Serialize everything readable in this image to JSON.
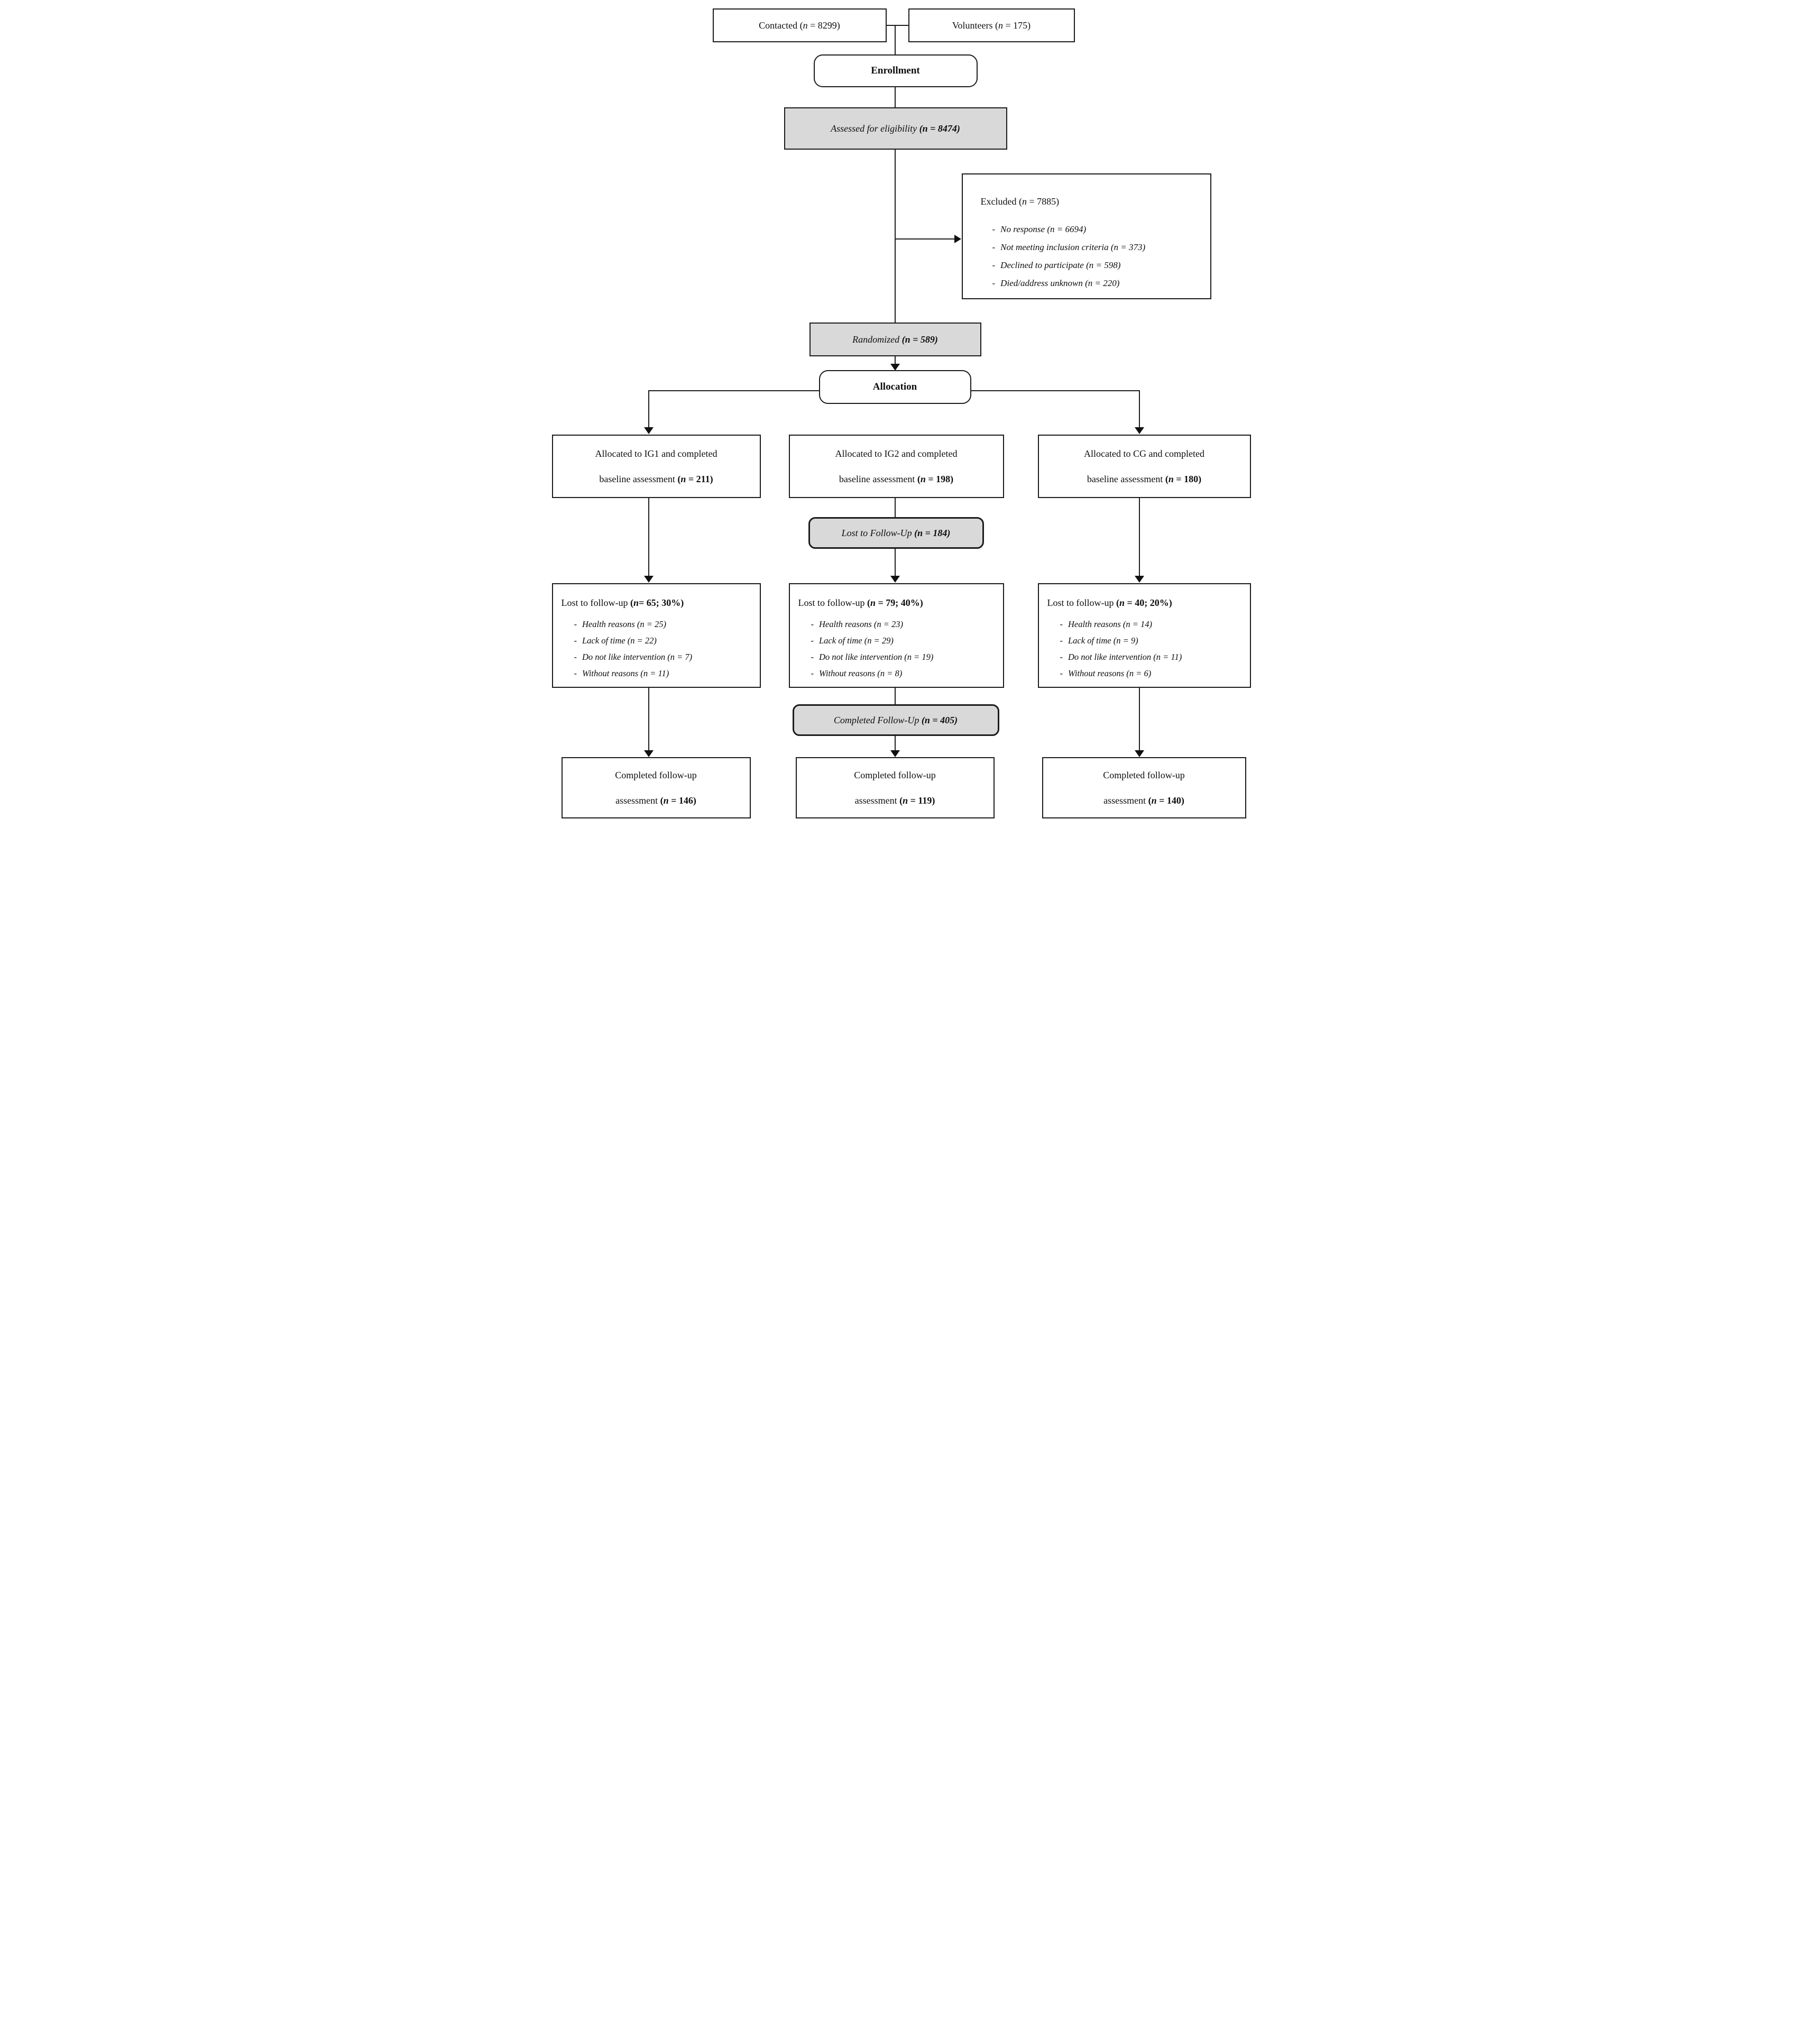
{
  "flow": {
    "contacted": "Contacted (n = 8299)",
    "volunteers": "Volunteers (n = 175)",
    "enrollment": "Enrollment",
    "assessed": {
      "text": "Assessed for eligibility ",
      "stat": "(n = 8474)"
    },
    "excluded": {
      "title": "Excluded ",
      "stat": "(n = 7885)",
      "items": [
        "No response (n = 6694)",
        "Not meeting inclusion criteria (n = 373)",
        "Declined to participate (n = 598)",
        "Died/address unknown (n = 220)"
      ]
    },
    "randomized": {
      "text": "Randomized ",
      "stat": "(n = 589)"
    },
    "allocation": "Allocation",
    "mid_lost": {
      "text": "Lost to Follow-Up ",
      "stat": "(n = 184)"
    },
    "mid_completed": {
      "text": "Completed Follow-Up ",
      "stat": "(n = 405)"
    },
    "columns": [
      {
        "group": "IG1",
        "allocated_line1": "Allocated to IG1 and completed",
        "allocated_line2": "baseline assessment ",
        "allocated_stat": "(n = 211)",
        "lost_title": "Lost to follow-up ",
        "lost_stat": "(n= 65; 30%)",
        "lost_items": [
          "Health reasons (n = 25)",
          "Lack of time (n = 22)",
          "Do not like intervention (n = 7)",
          "Without reasons (n = 11)"
        ],
        "completed_line1": "Completed follow-up",
        "completed_line2": "assessment ",
        "completed_stat": "(n = 146)"
      },
      {
        "group": "IG2",
        "allocated_line1": "Allocated to IG2 and completed",
        "allocated_line2": "baseline assessment ",
        "allocated_stat": "(n = 198)",
        "lost_title": "Lost to follow-up ",
        "lost_stat": "(n = 79; 40%)",
        "lost_items": [
          "Health reasons (n = 23)",
          "Lack of time (n = 29)",
          "Do not like intervention (n = 19)",
          "Without reasons (n = 8)"
        ],
        "completed_line1": "Completed follow-up",
        "completed_line2": "assessment ",
        "completed_stat": "(n = 119)"
      },
      {
        "group": "CG",
        "allocated_line1": "Allocated to CG and completed",
        "allocated_line2": "baseline assessment ",
        "allocated_stat": "(n = 180)",
        "lost_title": "Lost to follow-up ",
        "lost_stat": "(n = 40; 20%)",
        "lost_items": [
          "Health reasons (n = 14)",
          "Lack of time (n = 9)",
          "Do not like intervention (n = 11)",
          "Without reasons (n = 6)"
        ],
        "completed_line1": "Completed follow-up",
        "completed_line2": "assessment ",
        "completed_stat": "(n = 140)"
      }
    ],
    "colors": {
      "stage_fill_gray": "#d9d9d9",
      "border": "#1c1c1c"
    }
  }
}
